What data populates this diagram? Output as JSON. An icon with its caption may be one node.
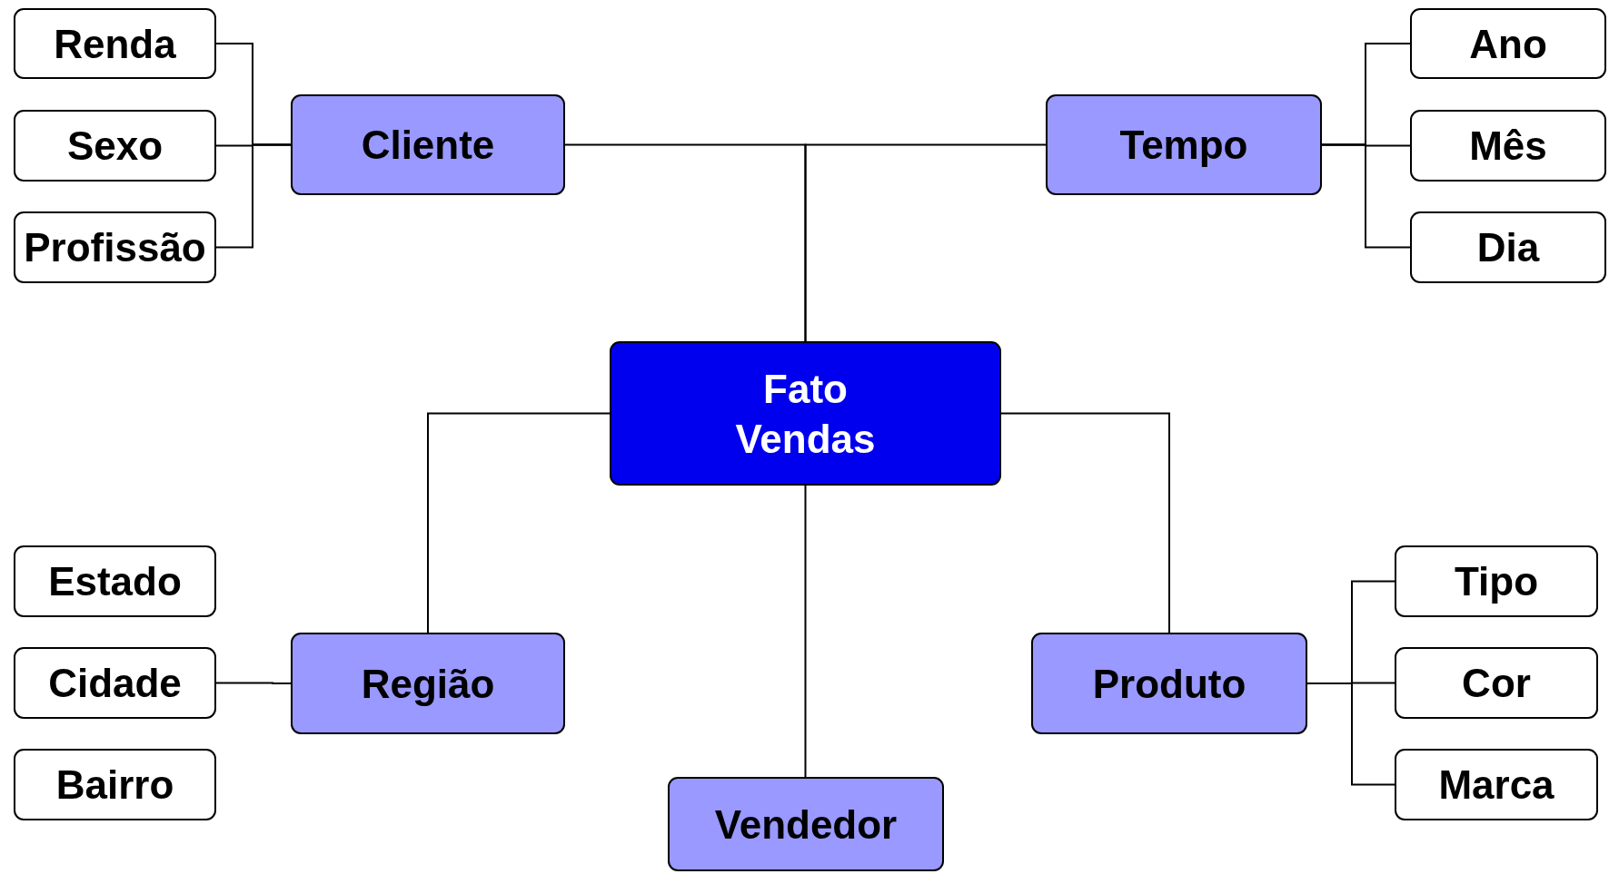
{
  "diagram": {
    "nodes": [
      {
        "text": [
          "Renda"
        ]
      },
      {
        "text": [
          "Cliente"
        ]
      },
      {
        "text": [
          "Tempo"
        ]
      },
      {
        "text": [
          "Ano"
        ]
      },
      {
        "text": [
          "Sexo"
        ]
      },
      {
        "text": [
          "Mês"
        ]
      },
      {
        "text": [
          "Profissão"
        ]
      },
      {
        "text": [
          "Dia"
        ]
      },
      {
        "text": [
          "Fato Vendas"
        ]
      },
      {
        "text": [
          "Estado"
        ]
      },
      {
        "text": [
          "Tipo"
        ]
      },
      {
        "text": [
          "Cidade"
        ]
      },
      {
        "text": [
          "Região"
        ]
      },
      {
        "text": [
          "Produto"
        ]
      },
      {
        "text": [
          "Cor"
        ]
      },
      {
        "text": [
          "Bairro"
        ]
      },
      {
        "text": [
          "Marca"
        ]
      },
      {
        "text": [
          "Vendedor"
        ]
      }
    ],
    "edges": [
      {
        "from": 8,
        "to": 1,
        "arrow": "none"
      },
      {
        "from": 8,
        "to": 2,
        "arrow": "none"
      },
      {
        "from": 8,
        "to": 12,
        "arrow": "none"
      },
      {
        "from": 8,
        "to": 13,
        "arrow": "none"
      },
      {
        "from": 8,
        "to": 17,
        "arrow": "none"
      },
      {
        "from": 1,
        "to": 0,
        "arrow": "none"
      },
      {
        "from": 1,
        "to": 4,
        "arrow": "none"
      },
      {
        "from": 1,
        "to": 6,
        "arrow": "none"
      },
      {
        "from": 2,
        "to": 3,
        "arrow": "none"
      },
      {
        "from": 2,
        "to": 5,
        "arrow": "none"
      },
      {
        "from": 2,
        "to": 7,
        "arrow": "none"
      },
      {
        "from": 12,
        "to": 11,
        "arrow": "none"
      },
      {
        "from": 13,
        "to": 10,
        "arrow": "none"
      },
      {
        "from": 13,
        "to": 14,
        "arrow": "none"
      },
      {
        "from": 13,
        "to": 16,
        "arrow": "none"
      }
    ]
  }
}
